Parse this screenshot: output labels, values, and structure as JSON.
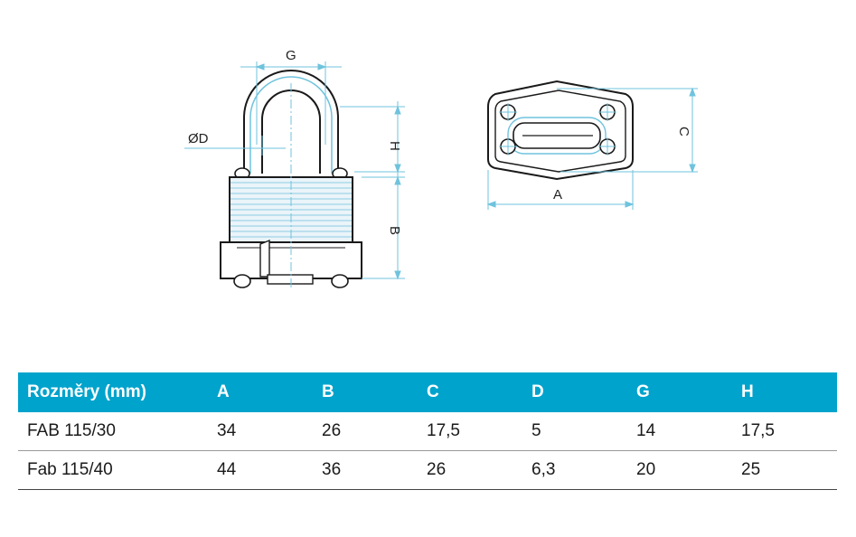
{
  "drawing": {
    "front_labels": {
      "g": "G",
      "d": "ØD",
      "h": "H",
      "b": "B"
    },
    "top_labels": {
      "a": "A",
      "c": "C"
    },
    "colors": {
      "dimension_line": "#6fc3dd",
      "outline": "#1a1a1a",
      "body_fill": "#eaf4f9"
    }
  },
  "table": {
    "header": [
      "Rozměry (mm)",
      "A",
      "B",
      "C",
      "D",
      "G",
      "H"
    ],
    "rows": [
      [
        "FAB 115/30",
        "34",
        "26",
        "17,5",
        "5",
        "14",
        "17,5"
      ],
      [
        "Fab 115/40",
        "44",
        "36",
        "26",
        "6,3",
        "20",
        "25"
      ]
    ],
    "header_color": "#00a3cc"
  }
}
